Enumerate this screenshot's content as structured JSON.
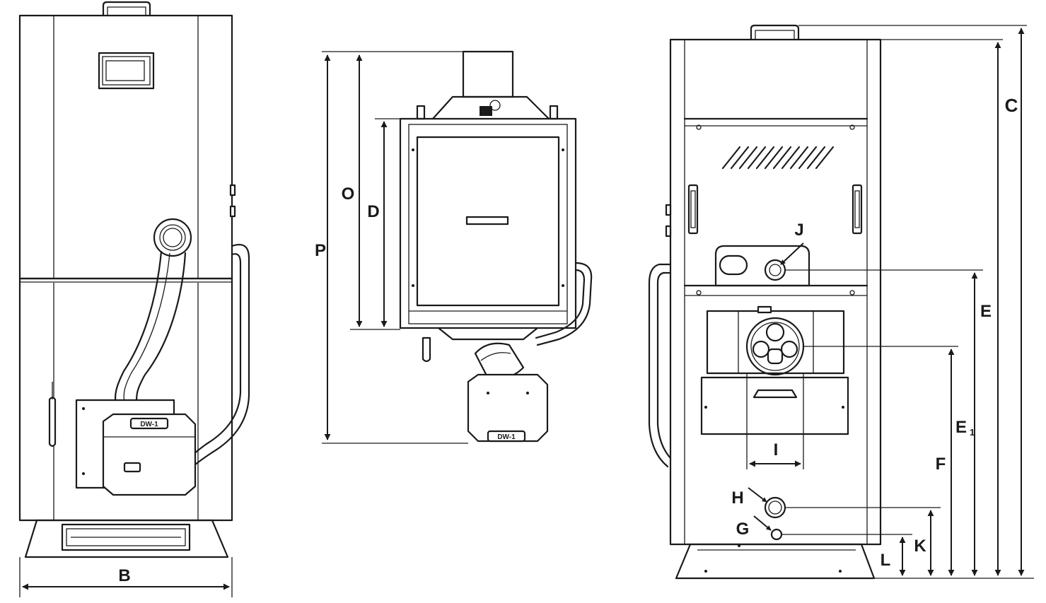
{
  "labels": {
    "B": "B",
    "O": "O",
    "D": "D",
    "P": "P",
    "C": "C",
    "E": "E",
    "E1_main": "E",
    "E1_sub": "1",
    "F": "F",
    "I": "I",
    "J": "J",
    "H": "H",
    "G": "G",
    "K": "K",
    "L": "L"
  },
  "plates": {
    "burner_plate_left": "DW-1",
    "burner_plate_middle": "DW-1"
  },
  "colors": {
    "line": "#1a1a1a",
    "background": "#ffffff"
  }
}
